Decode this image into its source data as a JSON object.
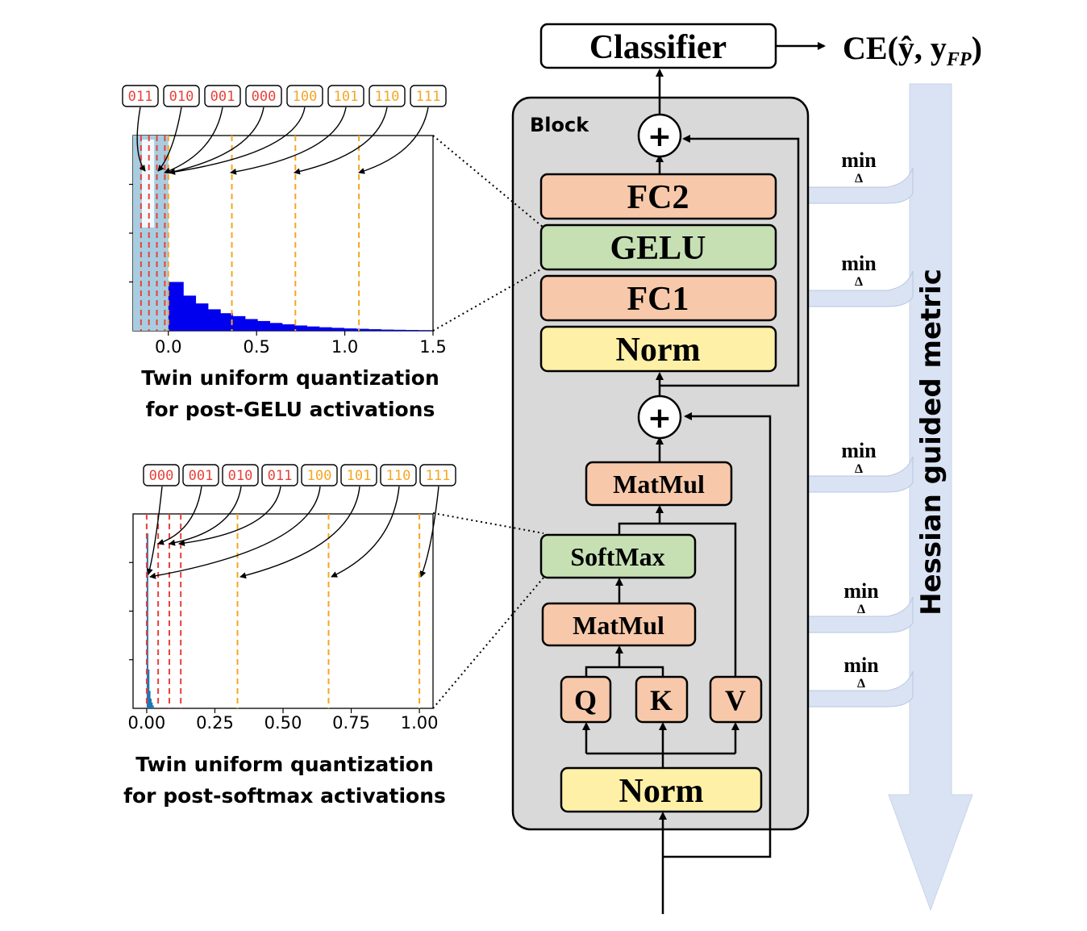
{
  "top": {
    "classifier": "Classifier",
    "loss": "CE(ŷ, y",
    "loss_sub": "FP",
    "loss_close": ")"
  },
  "block": {
    "label": "Block",
    "plus": "+",
    "fc2": "FC2",
    "gelu": "GELU",
    "fc1": "FC1",
    "norm_top": "Norm",
    "matmul_top": "MatMul",
    "softmax": "SoftMax",
    "matmul_bottom": "MatMul",
    "q": "Q",
    "k": "K",
    "v": "V",
    "norm_bottom": "Norm"
  },
  "metric": {
    "label": "Hessian guided metric",
    "min_word": "min",
    "min_sub": "Δ"
  },
  "colors": {
    "orange_fill": "#f7c9aa",
    "green_fill": "#c6e0b4",
    "yellow_fill": "#fff0a8",
    "block_fill": "#d9d9d9",
    "arrow_fill": "#dae3f3",
    "red_dash": "#e8413c",
    "orange_dash": "#f5a623",
    "bar_blue": "#0000ee",
    "soft_blue": "#1f77b4",
    "gelu_region": "#a8cde0"
  },
  "charts": [
    {
      "id": "gelu",
      "caption_line1": "Twin uniform quantization",
      "caption_line2": "for post-GELU activations",
      "codes": [
        "011",
        "010",
        "001",
        "000",
        "100",
        "101",
        "110",
        "111"
      ],
      "code_colors": [
        "red",
        "red",
        "red",
        "red",
        "orange",
        "orange",
        "orange",
        "orange"
      ],
      "x_ticks": [
        "0.0",
        "0.5",
        "1.0",
        "1.5"
      ]
    },
    {
      "id": "softmax",
      "caption_line1": "Twin uniform quantization",
      "caption_line2": "for post-softmax activations",
      "codes": [
        "000",
        "001",
        "010",
        "011",
        "100",
        "101",
        "110",
        "111"
      ],
      "code_colors": [
        "red",
        "red",
        "red",
        "red",
        "orange",
        "orange",
        "orange",
        "orange"
      ],
      "x_ticks": [
        "0.00",
        "0.25",
        "0.50",
        "0.75",
        "1.00"
      ]
    }
  ],
  "chart_data": [
    {
      "type": "bar",
      "x": [
        0.0,
        0.07,
        0.14,
        0.21,
        0.28,
        0.35,
        0.42,
        0.49,
        0.56,
        0.63,
        0.7,
        0.77,
        0.84,
        0.91,
        0.98,
        1.05,
        1.12,
        1.19,
        1.26,
        1.33,
        1.4
      ],
      "values": [
        0.25,
        0.18,
        0.14,
        0.11,
        0.09,
        0.075,
        0.06,
        0.05,
        0.04,
        0.033,
        0.027,
        0.022,
        0.018,
        0.015,
        0.012,
        0.01,
        0.008,
        0.006,
        0.005,
        0.004,
        0.003
      ],
      "xlim": [
        -0.2,
        1.5
      ],
      "ylim": [
        0,
        1
      ],
      "red_lines": [
        -0.155,
        -0.11,
        -0.065,
        -0.02
      ],
      "orange_lines": [
        0.0,
        0.36,
        0.72,
        1.08
      ],
      "xlabel": "",
      "ylabel": ""
    },
    {
      "type": "bar",
      "x": [
        0.0,
        0.004,
        0.008,
        0.012,
        0.016,
        0.02
      ],
      "values": [
        0.9,
        0.2,
        0.09,
        0.05,
        0.03,
        0.015
      ],
      "xlim": [
        -0.05,
        1.05
      ],
      "ylim": [
        0,
        1
      ],
      "red_lines": [
        0.0,
        0.042,
        0.083,
        0.125
      ],
      "orange_lines": [
        0.333,
        0.667,
        1.0
      ],
      "xlabel": "",
      "ylabel": ""
    }
  ]
}
